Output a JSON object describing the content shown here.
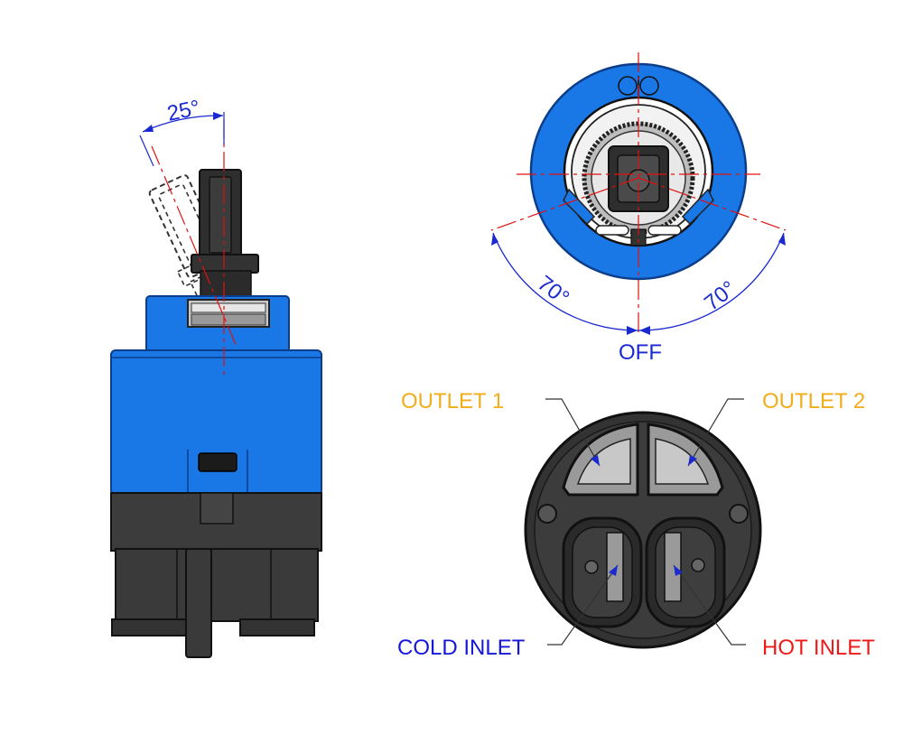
{
  "labels": {
    "tilt_angle": "25°",
    "rot_left": "70°",
    "rot_right": "70°",
    "off": "OFF",
    "outlet1": "OUTLET 1",
    "outlet2": "OUTLET 2",
    "cold_inlet": "COLD INLET",
    "hot_inlet": "HOT INLET"
  },
  "colors": {
    "blue_body": "#1a78e6",
    "dark_body": "#3c3c3c",
    "outlet": "#f0ad1c",
    "cold": "#1616d8",
    "hot": "#ee1a1a",
    "centerline": "#e01010",
    "dimension": "#1a2ad0"
  }
}
